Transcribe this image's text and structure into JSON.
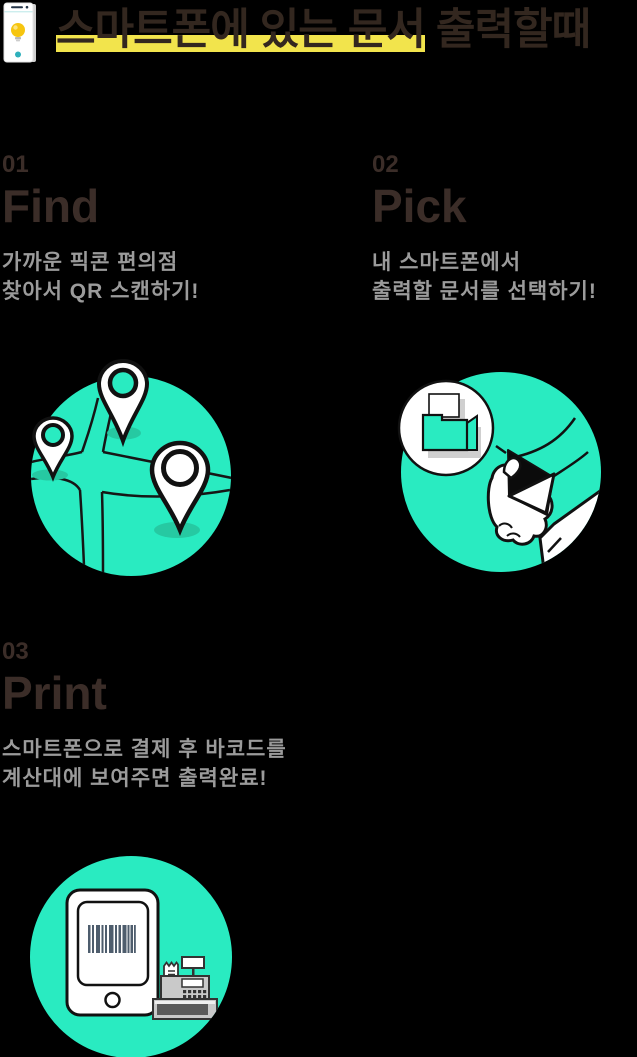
{
  "header": {
    "icon": "smartphone-lightbulb-icon",
    "title_highlight": "스마트폰에 있는 문서",
    "title_rest": " 출력할때"
  },
  "steps": [
    {
      "number": "01",
      "title": "Find",
      "desc_line1": "가까운 픽콘 편의점",
      "desc_line2": "찾아서 QR 스캔하기!",
      "illustration": "map-with-location-pins"
    },
    {
      "number": "02",
      "title": "Pick",
      "desc_line1": "내 스마트폰에서",
      "desc_line2": "출력할 문서를 선택하기!",
      "illustration": "hand-holding-phone-with-folder"
    },
    {
      "number": "03",
      "title": "Print",
      "desc_line1": "스마트폰으로 결제 후 바코드를",
      "desc_line2": "계산대에 보여주면 출력완료!",
      "illustration": "tablet-barcode-cash-register"
    }
  ],
  "colors": {
    "background": "#000000",
    "accent_mint": "#29EBC1",
    "mint_shadow": "#26C9A2",
    "highlight_yellow": "#F2E44C",
    "heading_brown": "#3B2D28",
    "body_gray": "#9B9B9B",
    "barcode_slate": "#4E5D6D"
  }
}
